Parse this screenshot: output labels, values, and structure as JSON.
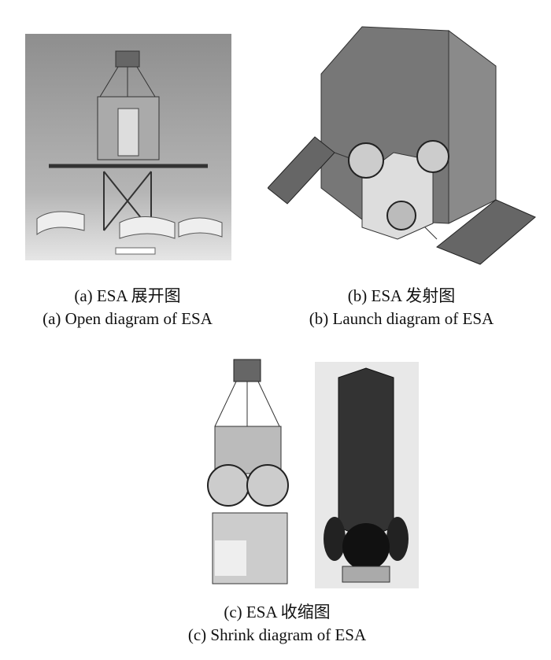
{
  "figures": {
    "a": {
      "caption_cn": "(a) ESA 展开图",
      "caption_en": "(a) Open diagram of ESA"
    },
    "b": {
      "caption_cn": "(b) ESA 发射图",
      "caption_en": "(b) Launch diagram of ESA"
    },
    "c": {
      "caption_cn": "(c) ESA 收缩图",
      "caption_en": "(c) Shrink diagram of ESA"
    }
  }
}
